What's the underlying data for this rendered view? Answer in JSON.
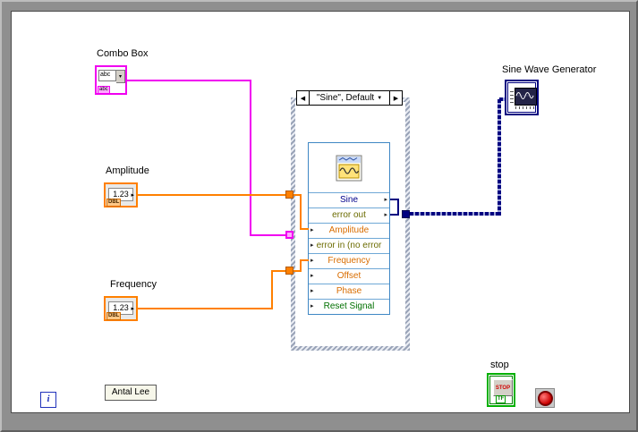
{
  "labels": {
    "combo_box": "Combo Box",
    "amplitude": "Amplitude",
    "frequency": "Frequency",
    "sine_wave_generator": "Sine Wave Generator",
    "stop": "stop",
    "free_label": "Antal Lee",
    "info": "i"
  },
  "terminals": {
    "combo_box": {
      "value": "abc",
      "tag": "abc"
    },
    "amplitude": {
      "value": "1.23",
      "tag": "DBL"
    },
    "frequency": {
      "value": "1.23",
      "tag": "DBL"
    },
    "stop": {
      "value": "STOP",
      "tag": "TF"
    }
  },
  "case_structure": {
    "selector_text": "\"Sine\", Default"
  },
  "express_vi": {
    "rows": [
      {
        "label": "Sine",
        "direction": "output",
        "color": "#00008b"
      },
      {
        "label": "error out",
        "direction": "output",
        "color": "#6b6b00"
      },
      {
        "label": "Amplitude",
        "direction": "input",
        "color": "#d96d00"
      },
      {
        "label": "error in (no error",
        "direction": "input",
        "color": "#6b6b00"
      },
      {
        "label": "Frequency",
        "direction": "input",
        "color": "#d96d00"
      },
      {
        "label": "Offset",
        "direction": "input",
        "color": "#d96d00"
      },
      {
        "label": "Phase",
        "direction": "input",
        "color": "#d96d00"
      },
      {
        "label": "Reset Signal",
        "direction": "input",
        "color": "#007000"
      }
    ]
  },
  "icons": {
    "prev_case": "◀",
    "next_case": "▶",
    "case_dropdown": "▼",
    "row_arrow": "▸",
    "combo_dropdown": "▾",
    "numeric_arrow": "▸"
  },
  "colors": {
    "string_wire": "#f000f0",
    "numeric_wire": "#ff8000",
    "dynamic_wire": "#000080",
    "frame": "#8f8f8f"
  }
}
